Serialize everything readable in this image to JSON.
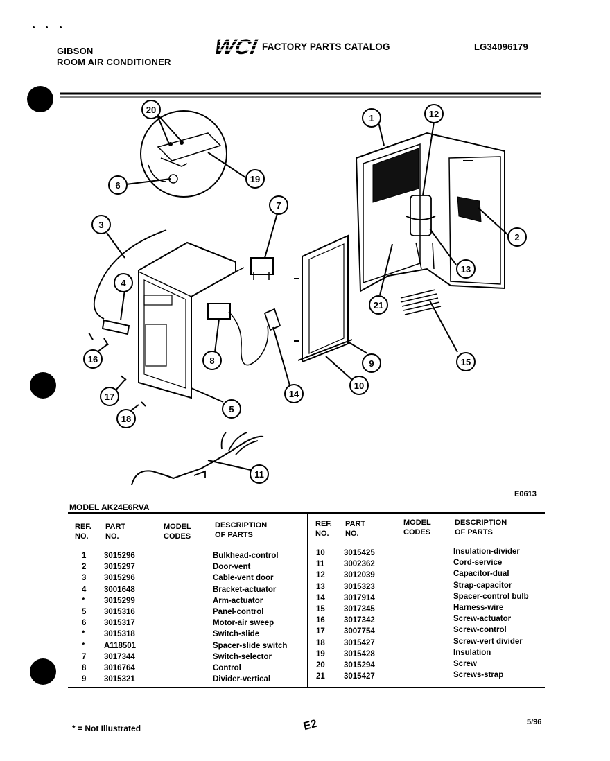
{
  "header": {
    "brand_line1": "GIBSON",
    "brand_line2": "ROOM AIR CONDITIONER",
    "logo_text": "WCI",
    "catalog_title": "FACTORY PARTS CATALOG",
    "catalog_number": "LG34096179"
  },
  "diagram": {
    "code": "E0613",
    "callouts": [
      "1",
      "2",
      "3",
      "4",
      "5",
      "6",
      "7",
      "8",
      "9",
      "10",
      "11",
      "12",
      "13",
      "14",
      "15",
      "16",
      "17",
      "18",
      "19",
      "20",
      "21"
    ]
  },
  "table": {
    "model_label": "MODEL AK24E6RVA",
    "headers": {
      "ref": [
        "REF.",
        "NO."
      ],
      "part": [
        "PART",
        "NO."
      ],
      "codes": [
        "MODEL",
        "CODES"
      ],
      "desc": [
        "DESCRIPTION",
        "OF PARTS"
      ]
    },
    "left_rows": [
      {
        "ref": "1",
        "part": "3015296",
        "desc": "Bulkhead-control"
      },
      {
        "ref": "2",
        "part": "3015297",
        "desc": "Door-vent"
      },
      {
        "ref": "3",
        "part": "3015296",
        "desc": "Cable-vent door"
      },
      {
        "ref": "4",
        "part": "3001648",
        "desc": "Bracket-actuator"
      },
      {
        "ref": "*",
        "part": "3015299",
        "desc": "Arm-actuator"
      },
      {
        "ref": "5",
        "part": "3015316",
        "desc": "Panel-control"
      },
      {
        "ref": "6",
        "part": "3015317",
        "desc": "Motor-air sweep"
      },
      {
        "ref": "*",
        "part": "3015318",
        "desc": "Switch-slide"
      },
      {
        "ref": "*",
        "part": "A118501",
        "desc": "Spacer-slide switch"
      },
      {
        "ref": "7",
        "part": "3017344",
        "desc": "Switch-selector"
      },
      {
        "ref": "8",
        "part": "3016764",
        "desc": "Control"
      },
      {
        "ref": "9",
        "part": "3015321",
        "desc": "Divider-vertical"
      }
    ],
    "right_rows": [
      {
        "ref": "10",
        "part": "3015425",
        "desc": "Insulation-divider"
      },
      {
        "ref": "11",
        "part": "3002362",
        "desc": "Cord-service"
      },
      {
        "ref": "12",
        "part": "3012039",
        "desc": "Capacitor-dual"
      },
      {
        "ref": "13",
        "part": "3015323",
        "desc": "Strap-capacitor"
      },
      {
        "ref": "14",
        "part": "3017914",
        "desc": "Spacer-control bulb"
      },
      {
        "ref": "15",
        "part": "3017345",
        "desc": "Harness-wire"
      },
      {
        "ref": "16",
        "part": "3017342",
        "desc": "Screw-actuator"
      },
      {
        "ref": "17",
        "part": "3007754",
        "desc": "Screw-control"
      },
      {
        "ref": "18",
        "part": "3015427",
        "desc": "Screw-vert divider"
      },
      {
        "ref": "19",
        "part": "3015428",
        "desc": "Insulation"
      },
      {
        "ref": "20",
        "part": "3015294",
        "desc": "Screw"
      },
      {
        "ref": "21",
        "part": "3015427",
        "desc": "Screws-strap"
      }
    ]
  },
  "footer": {
    "note": "* = Not Illustrated",
    "page": "E2",
    "date": "5/96"
  }
}
